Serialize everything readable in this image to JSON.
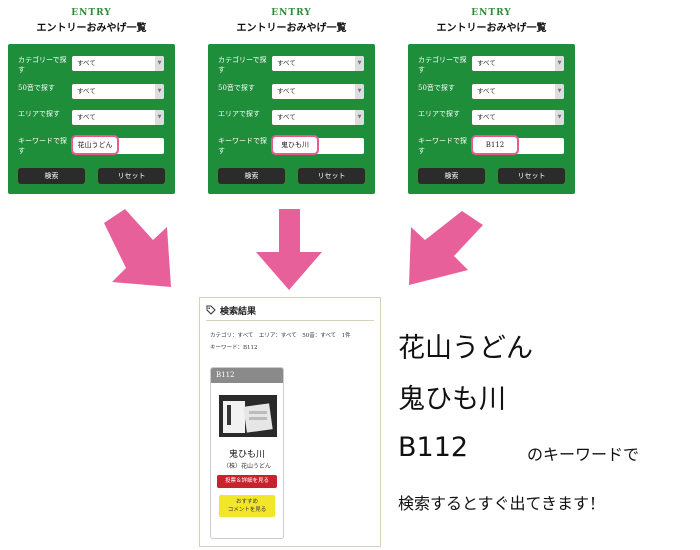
{
  "panels": [
    {
      "entry": "ENTRY",
      "title": "エントリーおみやげ一覧",
      "rows": [
        {
          "label": "カテゴリーで探す",
          "value": "すべて"
        },
        {
          "label": "50音で探す",
          "value": "すべて"
        },
        {
          "label": "エリアで探す",
          "value": "すべて"
        }
      ],
      "keyword_label": "キーワードで探す",
      "keyword_value": "花山うどん",
      "search_label": "検索",
      "reset_label": "リセット"
    },
    {
      "entry": "ENTRY",
      "title": "エントリーおみやげ一覧",
      "rows": [
        {
          "label": "カテゴリーで探す",
          "value": "すべて"
        },
        {
          "label": "50音で探す",
          "value": "すべて"
        },
        {
          "label": "エリアで探す",
          "value": "すべて"
        }
      ],
      "keyword_label": "キーワードで探す",
      "keyword_value": "鬼ひも川",
      "search_label": "検索",
      "reset_label": "リセット"
    },
    {
      "entry": "ENTRY",
      "title": "エントリーおみやげ一覧",
      "rows": [
        {
          "label": "カテゴリーで探す",
          "value": "すべて"
        },
        {
          "label": "50音で探す",
          "value": "すべて"
        },
        {
          "label": "エリアで探す",
          "value": "すべて"
        }
      ],
      "keyword_label": "キーワードで探す",
      "keyword_value": "B112",
      "search_label": "検索",
      "reset_label": "リセット"
    }
  ],
  "results": {
    "heading": "検索結果",
    "conditions": "カテゴリ：すべて　エリア：すべて　50音：すべて　1件",
    "keyword_line": "キーワード：B112",
    "item": {
      "code": "B112",
      "name": "鬼ひも川",
      "shop": "（株）花山うどん",
      "vote_label": "投票＆詳細を見る",
      "comment_label_1": "おすすめ",
      "comment_label_2": "コメントを見る"
    }
  },
  "caption": {
    "line1": "花山うどん",
    "line2": "鬼ひも川",
    "line3": "B112",
    "line3_suffix": "のキーワードで",
    "line4": "検索するとすぐ出てきます！"
  },
  "colors": {
    "panel_green": "#1e8e3a",
    "highlight_pink": "#e75a8e",
    "arrow_pink": "#e8609a"
  }
}
